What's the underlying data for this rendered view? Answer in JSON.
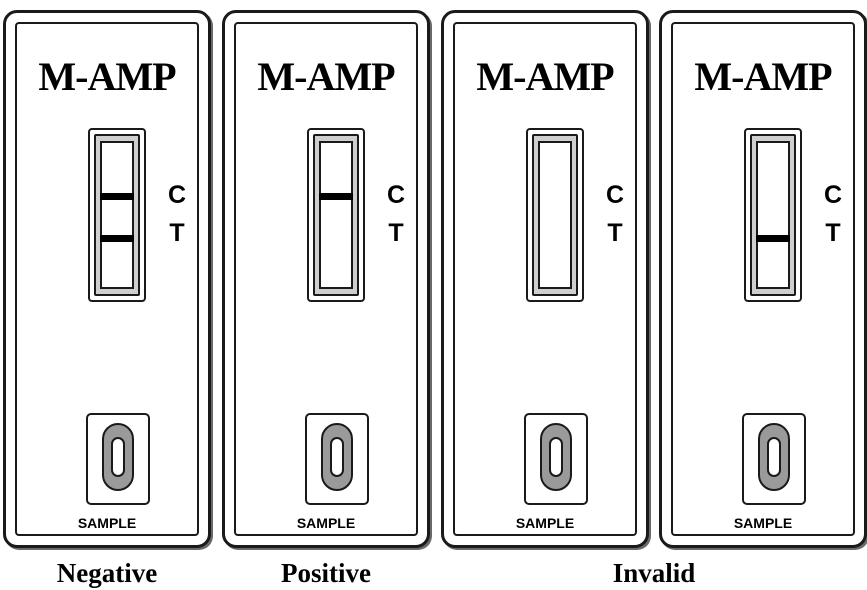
{
  "cassettes": [
    {
      "brand": "M-AMP",
      "control_mark": "C",
      "test_mark": "T",
      "control_band_visible": true,
      "test_band_visible": true,
      "sample_label": "SAMPLE"
    },
    {
      "brand": "M-AMP",
      "control_mark": "C",
      "test_mark": "T",
      "control_band_visible": true,
      "test_band_visible": false,
      "sample_label": "SAMPLE"
    },
    {
      "brand": "M-AMP",
      "control_mark": "C",
      "test_mark": "T",
      "control_band_visible": false,
      "test_band_visible": false,
      "sample_label": "SAMPLE"
    },
    {
      "brand": "M-AMP",
      "control_mark": "C",
      "test_mark": "T",
      "control_band_visible": false,
      "test_band_visible": true,
      "sample_label": "SAMPLE"
    }
  ],
  "captions": {
    "negative": "Negative",
    "positive": "Positive",
    "invalid": "Invalid"
  },
  "colors": {
    "band": "#000000",
    "outline": "#1a1a1a",
    "well_shade": "#9a9a9a",
    "window_shade": "#cfcfcf"
  }
}
